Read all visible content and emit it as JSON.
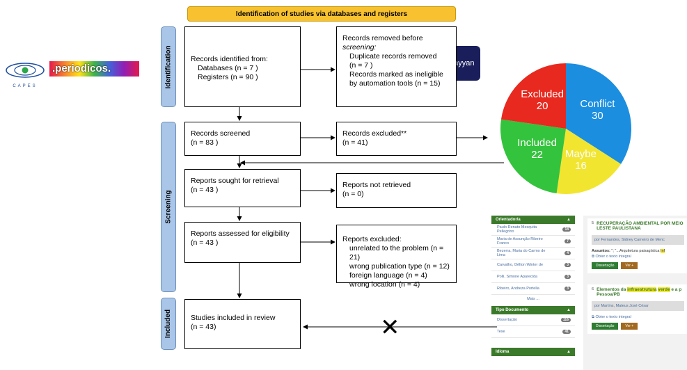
{
  "header": {
    "title": "Identification of studies via databases and registers"
  },
  "phases": {
    "identification": "Identification",
    "screening": "Screening",
    "included": "Included"
  },
  "logos": {
    "capes": "CAPES",
    "periodicos": ".periodicos.",
    "rayyan": "rayyan"
  },
  "boxes": {
    "identified": {
      "line1": "Records identified from:",
      "line2": "Databases (n = 7 )",
      "line3": "Registers (n = 90 )"
    },
    "removed": {
      "line1": "Records removed before",
      "line2": "screening:",
      "line3": "Duplicate records removed",
      "line4": "(n = 7 )",
      "line5": "Records marked as ineligible",
      "line6": "by automation tools (n = 15)"
    },
    "screened": {
      "line1": "Records screened",
      "line2": "(n = 83 )"
    },
    "excluded": {
      "line1": "Records excluded**",
      "line2": "(n = 41)"
    },
    "sought": {
      "line1": "Reports sought for retrieval",
      "line2": "(n = 43 )"
    },
    "not_retrieved": {
      "line1": "Reports not retrieved",
      "line2": "(n = 0)"
    },
    "assessed": {
      "line1": "Reports assessed for eligibility",
      "line2": "(n = 43 )"
    },
    "reports_excluded": {
      "line1": "Reports excluded:",
      "line2": "unrelated to the problem (n = 21)",
      "line3": "wrong publication type (n = 12)",
      "line4": "foreign language (n = 4)",
      "line5": "wrong location (n = 4)"
    },
    "included": {
      "line1": "Studies included in review",
      "line2": "(n = 43)"
    }
  },
  "cross_mark": "✕",
  "colors": {
    "excluded": "#e8291f",
    "conflict": "#1b8ee0",
    "included": "#34c33c",
    "maybe": "#f1e530",
    "phase": "#a9c6e8",
    "banner": "#f7c12f"
  },
  "chart_data": {
    "type": "pie",
    "categories": [
      "Conflict",
      "Maybe",
      "Included",
      "Excluded"
    ],
    "values": [
      30,
      16,
      22,
      20
    ],
    "labels": [
      {
        "name": "Excluded",
        "value": "20"
      },
      {
        "name": "Conflict",
        "value": "30"
      },
      {
        "name": "Included",
        "value": "22"
      },
      {
        "name": "Maybe",
        "value": "16"
      }
    ]
  },
  "repo": {
    "facet1": {
      "title": "Orientador/a",
      "items": [
        {
          "name": "Paulo Renato Mesquita Pellegrino",
          "count": "14"
        },
        {
          "name": "Maria de Assunção Ribeiro Franco",
          "count": "7"
        },
        {
          "name": "Bezerra, Maria do Carmo de Lima",
          "count": "4"
        },
        {
          "name": "Carvalho, Délton Winter de",
          "count": "3"
        },
        {
          "name": "Polli, Simone Aparecida",
          "count": "3"
        },
        {
          "name": "Ribeiro, Andreza Portella",
          "count": "3"
        }
      ],
      "more": "Mais ..."
    },
    "facet2": {
      "title": "Tipo Documento",
      "items": [
        {
          "name": "Dissertação",
          "count": "116"
        },
        {
          "name": "Tese",
          "count": "41"
        }
      ]
    },
    "facet3": {
      "title": "Idioma"
    },
    "result5": {
      "num": "5",
      "title": "RECUPERAÇÃO AMBIENTAL POR MEIO",
      "title2": "LESTE PAULISTANA",
      "author": "por Fernandes, Sidney Carneiro de Menc",
      "subject_label": "Assuntos:",
      "subject_text": " \"; \"...Arquitetura paisagística ",
      "subject_hl": "Inf",
      "link": "Obter o texto integral",
      "badge1": "Dissertação",
      "badge2": "Ver +"
    },
    "result6": {
      "num": "6",
      "t1": "Elementos da ",
      "t2": "infraestrutura",
      "t3": " ",
      "t4": "verde",
      "t5": " e a p",
      "title2": "Pessoa/PB",
      "author": "por Martins, Mateus José César",
      "link": "Obter o texto integral",
      "badge1": "Dissertação",
      "badge2": "Ver +"
    }
  }
}
